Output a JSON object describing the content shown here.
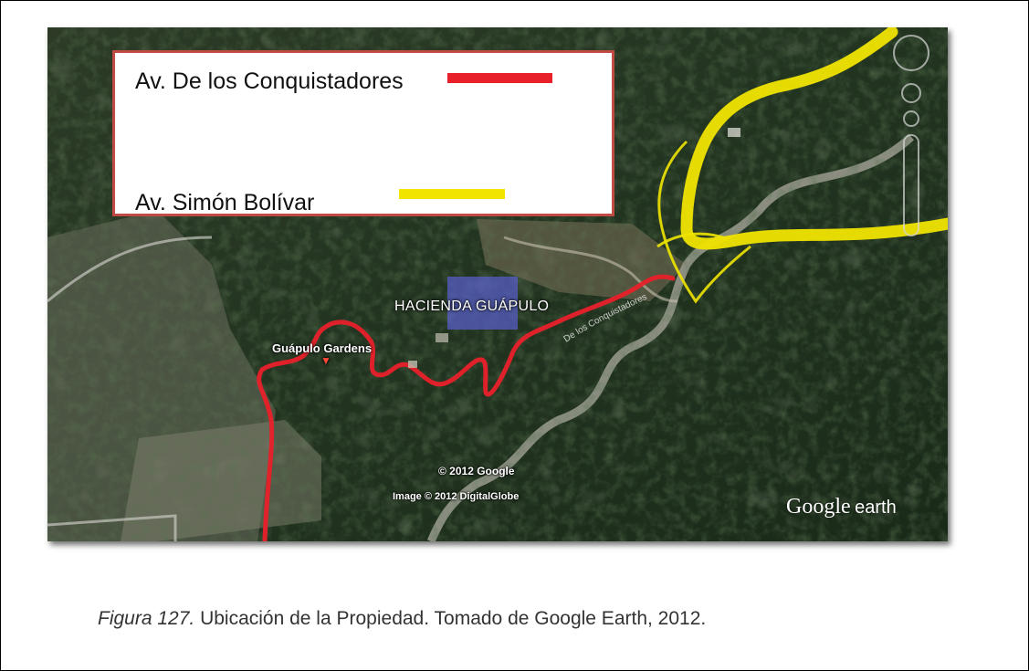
{
  "legend": {
    "red_label": "Av. De los Conquistadores",
    "yellow_label": "Av. Simón Bolívar",
    "red_color": "#e8202a",
    "yellow_color": "#f0e400"
  },
  "map_labels": {
    "hacienda": "HACIENDA GUÁPULO",
    "gardens": "Guápulo Gardens",
    "road_label": "De los Conquistadores",
    "pin_icon": "map-pin-icon"
  },
  "attribution": {
    "copyright_google": "© 2012 Google",
    "copyright_imagery": "Image © 2012 DigitalGlobe",
    "logo_google": "Google",
    "logo_earth": "earth"
  },
  "caption": {
    "figure": "Figura 127.",
    "text": " Ubicación de la Propiedad. Tomado de Google Earth, 2012."
  }
}
